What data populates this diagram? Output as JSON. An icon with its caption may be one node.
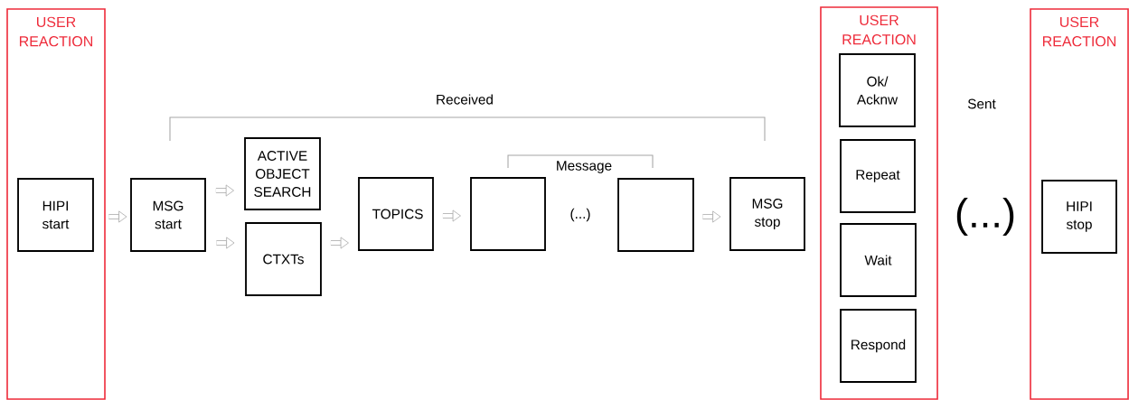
{
  "diagram": {
    "nodes": [
      {
        "text": [
          "USER REACTION"
        ]
      },
      {
        "text": [
          "HIPI start"
        ],
        "in": 0
      },
      {
        "text": [
          "MSG start"
        ]
      },
      {
        "text": [
          "ACTIVE OBJECT SEARCH"
        ]
      },
      {
        "text": [
          "CTXTs"
        ]
      },
      {
        "text": [
          "TOPICS"
        ]
      },
      {
        "text": [],
        "shape": "box"
      },
      {
        "text": [],
        "shape": "box"
      },
      {
        "text": [
          "MSG stop"
        ]
      },
      {
        "text": [
          "USER REACTION"
        ]
      },
      {
        "text": [
          "Ok/ Acknw"
        ],
        "in": 9
      },
      {
        "text": [
          "Repeat"
        ],
        "in": 9
      },
      {
        "text": [
          "Wait"
        ],
        "in": 9
      },
      {
        "text": [
          "Respond"
        ],
        "in": 9
      },
      {
        "text": [
          "USER REACTION"
        ]
      },
      {
        "text": [
          "HIPI stop"
        ],
        "in": 14
      }
    ],
    "edges": [
      {
        "from": 0,
        "to": 2,
        "arrow": "to"
      },
      {
        "from": 2,
        "to": 3,
        "arrow": "to"
      },
      {
        "from": 2,
        "to": 4,
        "arrow": "to"
      },
      {
        "from": 4,
        "to": 5,
        "arrow": "to"
      },
      {
        "from": 5,
        "to": 6,
        "arrow": "to"
      },
      {
        "from": 7,
        "to": 8,
        "arrow": "to"
      }
    ],
    "labels": [
      "Received",
      "Sent",
      "Message",
      "(...)",
      "(...)"
    ]
  }
}
